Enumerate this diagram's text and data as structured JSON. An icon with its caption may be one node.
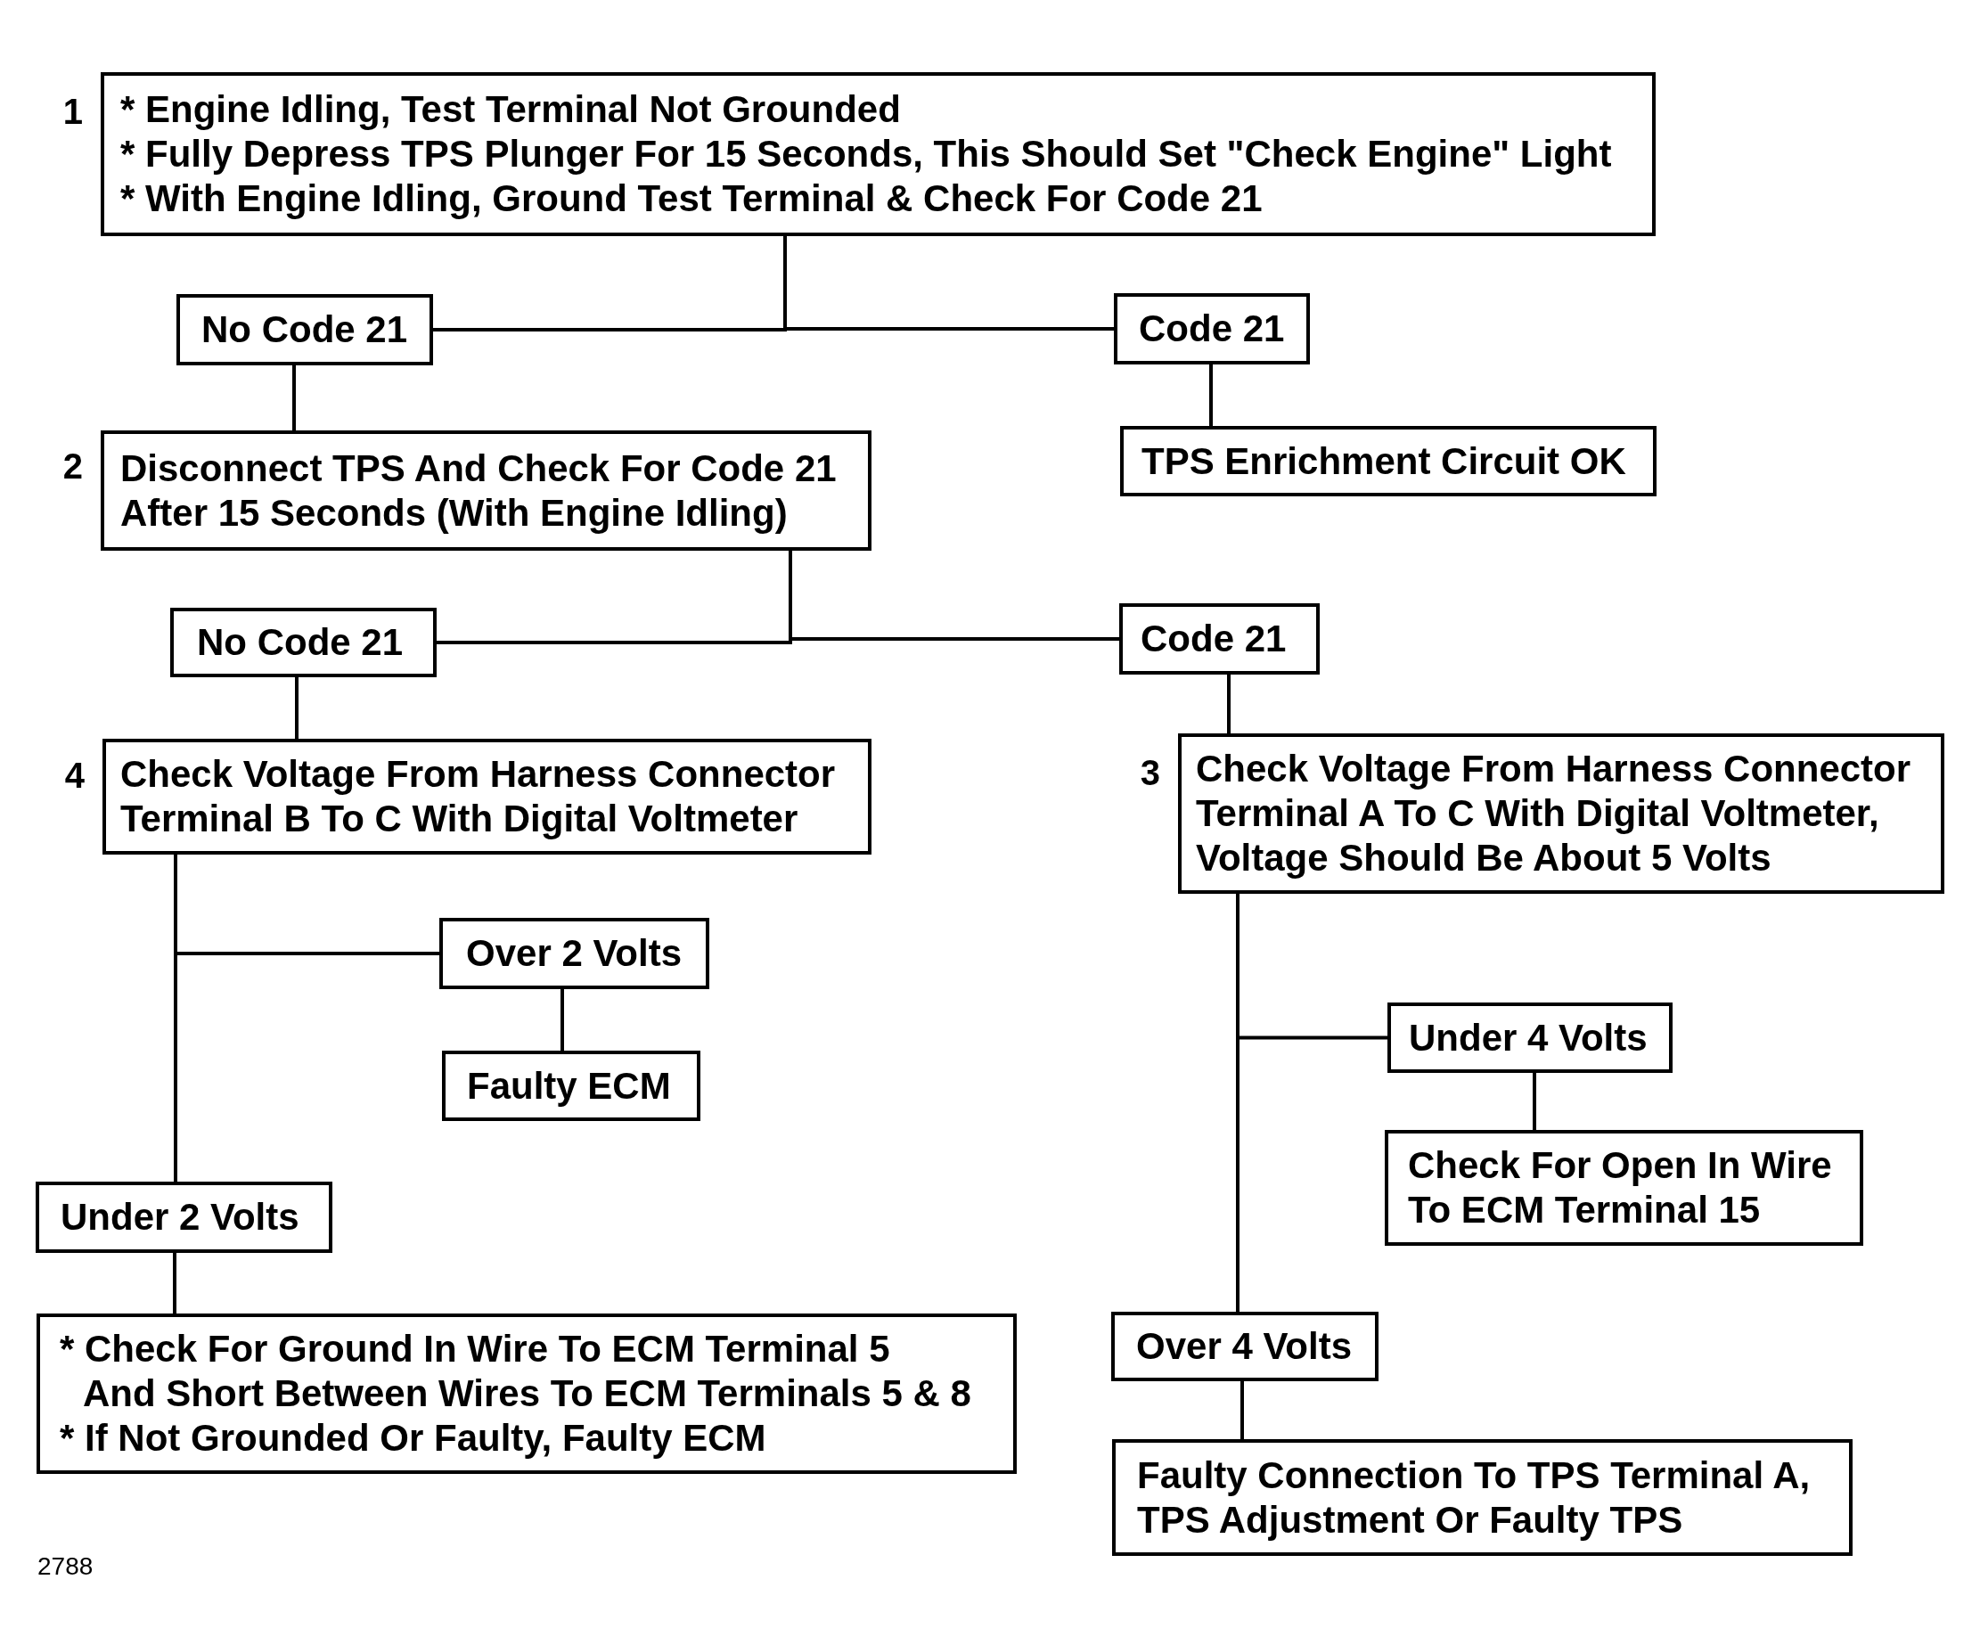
{
  "diagram": {
    "nodes": [
      {
        "text": [
          "* Engine Idling, Test Terminal Not Grounded",
          "* Fully Depress TPS Plunger For 15 Seconds, This Should Set \"Check Engine\" Light",
          "* With Engine Idling, Ground Test Terminal & Check For Code 21"
        ],
        "beside": [
          "1"
        ]
      },
      {
        "text": [
          "No Code 21"
        ]
      },
      {
        "text": [
          "Code 21"
        ]
      },
      {
        "text": [
          "Disconnect TPS And Check For Code 21 After 15 Seconds (With Engine Idling)"
        ],
        "beside": [
          "2"
        ]
      },
      {
        "text": [
          "TPS Enrichment Circuit OK"
        ]
      },
      {
        "text": [
          "No Code 21"
        ]
      },
      {
        "text": [
          "Code 21"
        ]
      },
      {
        "text": [
          "Check Voltage From Harness Connector Terminal B To C With Digital Voltmeter"
        ],
        "beside": [
          "4"
        ]
      },
      {
        "text": [
          "Check Voltage From Harness Connector Terminal A To C With Digital Voltmeter, Voltage Should Be About 5 Volts"
        ],
        "beside": [
          "3"
        ]
      },
      {
        "text": [
          "Over 2 Volts"
        ]
      },
      {
        "text": [
          "Under 4 Volts"
        ]
      },
      {
        "text": [
          "Faulty ECM"
        ]
      },
      {
        "text": [
          "Check For Open In Wire To ECM Terminal 15"
        ]
      },
      {
        "text": [
          "Under 2 Volts"
        ]
      },
      {
        "text": [
          "* Check For Ground In Wire To ECM Terminal 5 And Short Between Wires To ECM Terminals 5 & 8",
          "* If Not Grounded Or Faulty, Faulty ECM"
        ]
      },
      {
        "text": [
          "Over 4 Volts"
        ]
      },
      {
        "text": [
          "Faulty Connection To TPS Terminal A, TPS Adjustment Or Faulty TPS"
        ]
      }
    ],
    "edges": [
      {
        "from": 0,
        "to": 1,
        "arrow": "none"
      },
      {
        "from": 0,
        "to": 2,
        "arrow": "none"
      },
      {
        "from": 1,
        "to": 3,
        "arrow": "none"
      },
      {
        "from": 2,
        "to": 4,
        "arrow": "none"
      },
      {
        "from": 3,
        "to": 5,
        "arrow": "none"
      },
      {
        "from": 3,
        "to": 6,
        "arrow": "none"
      },
      {
        "from": 5,
        "to": 7,
        "arrow": "none"
      },
      {
        "from": 6,
        "to": 8,
        "arrow": "none"
      },
      {
        "from": 7,
        "to": 9,
        "arrow": "none"
      },
      {
        "from": 7,
        "to": 13,
        "arrow": "none"
      },
      {
        "from": 9,
        "to": 11,
        "arrow": "none"
      },
      {
        "from": 13,
        "to": 14,
        "arrow": "none"
      },
      {
        "from": 8,
        "to": 10,
        "arrow": "none"
      },
      {
        "from": 8,
        "to": 15,
        "arrow": "none"
      },
      {
        "from": 10,
        "to": 12,
        "arrow": "none"
      },
      {
        "from": 15,
        "to": 16,
        "arrow": "none"
      }
    ],
    "labels": [
      "2788"
    ]
  }
}
